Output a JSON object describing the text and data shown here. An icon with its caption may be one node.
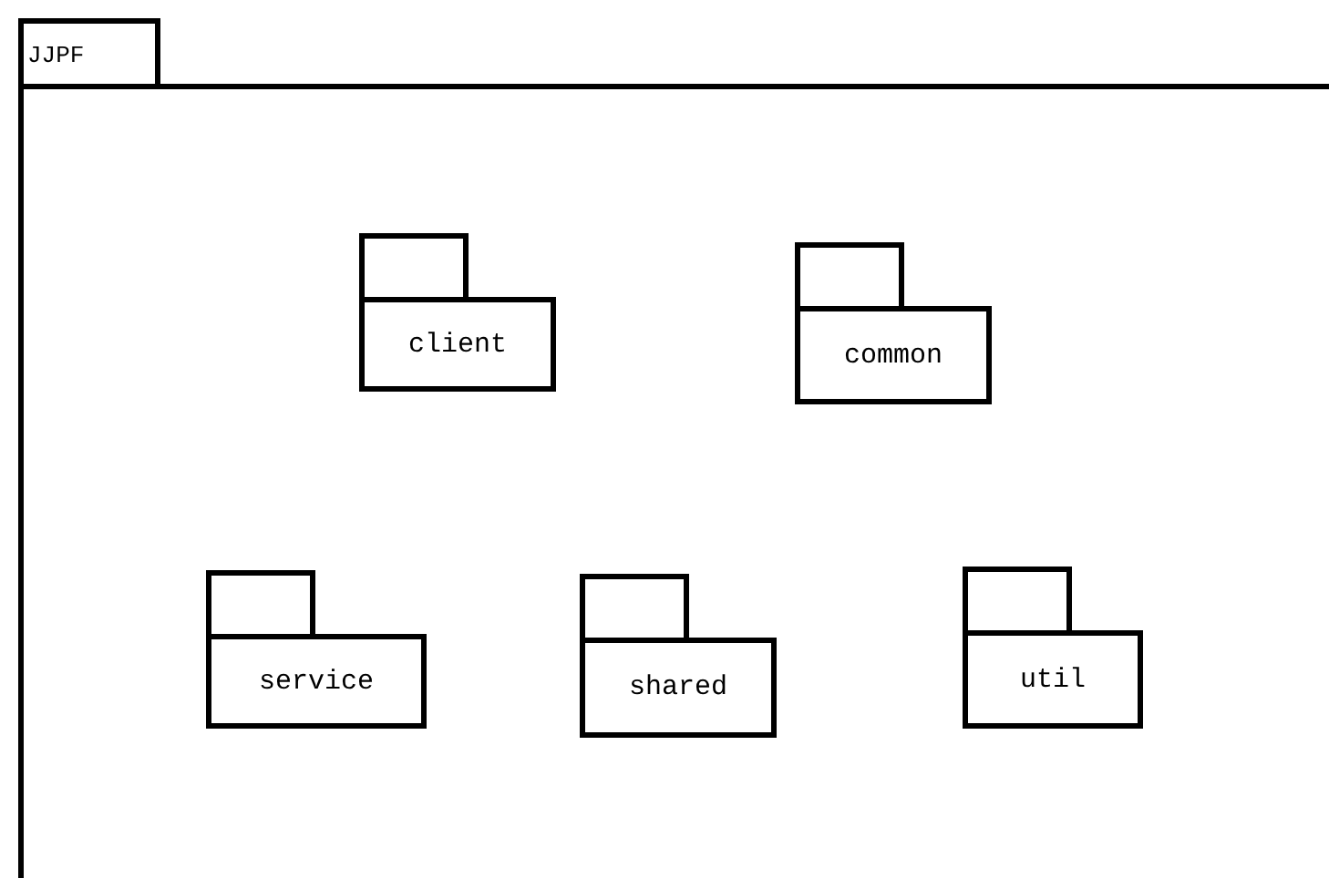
{
  "diagram": {
    "nodes": [
      {
        "text": [
          "JJPF"
        ]
      },
      {
        "text": [
          "client"
        ],
        "in": 0
      },
      {
        "text": [
          "common"
        ],
        "in": 0
      },
      {
        "text": [
          "service"
        ],
        "in": 0
      },
      {
        "text": [
          "shared"
        ],
        "in": 0
      },
      {
        "text": [
          "util"
        ],
        "in": 0
      }
    ]
  }
}
